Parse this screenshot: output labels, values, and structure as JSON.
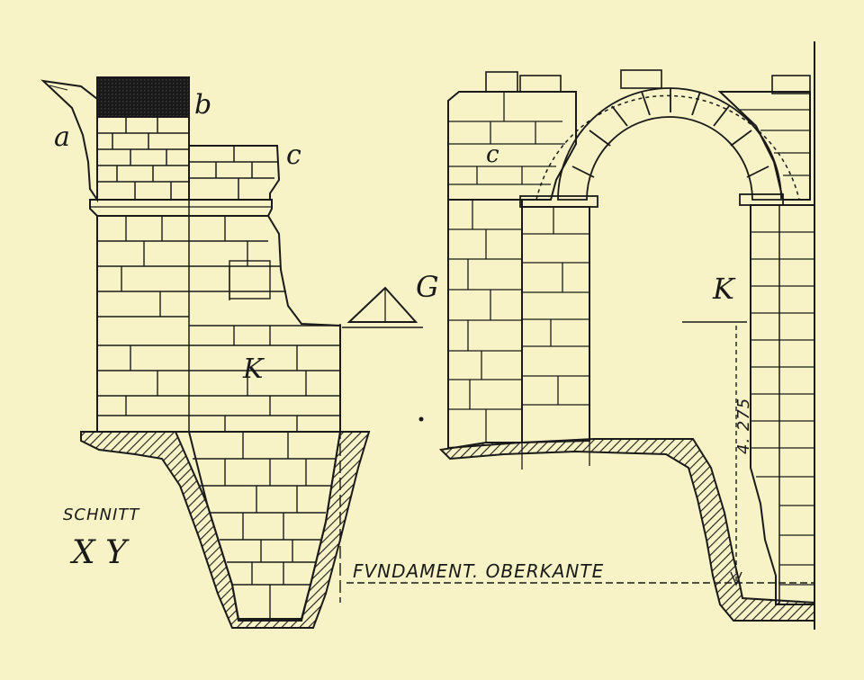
{
  "labels": {
    "a": "a",
    "b": "b",
    "c_left": "c",
    "c_right": "c",
    "k_left": "K",
    "k_right": "K",
    "g": "G",
    "schnitt": "SCHNITT",
    "xy": "X Y",
    "fundament": "FVNDAMENT. OBERKANTE",
    "dimension": "4. 275"
  },
  "colors": {
    "paper": "#f7f3c6",
    "ink": "#1a1a1a"
  }
}
